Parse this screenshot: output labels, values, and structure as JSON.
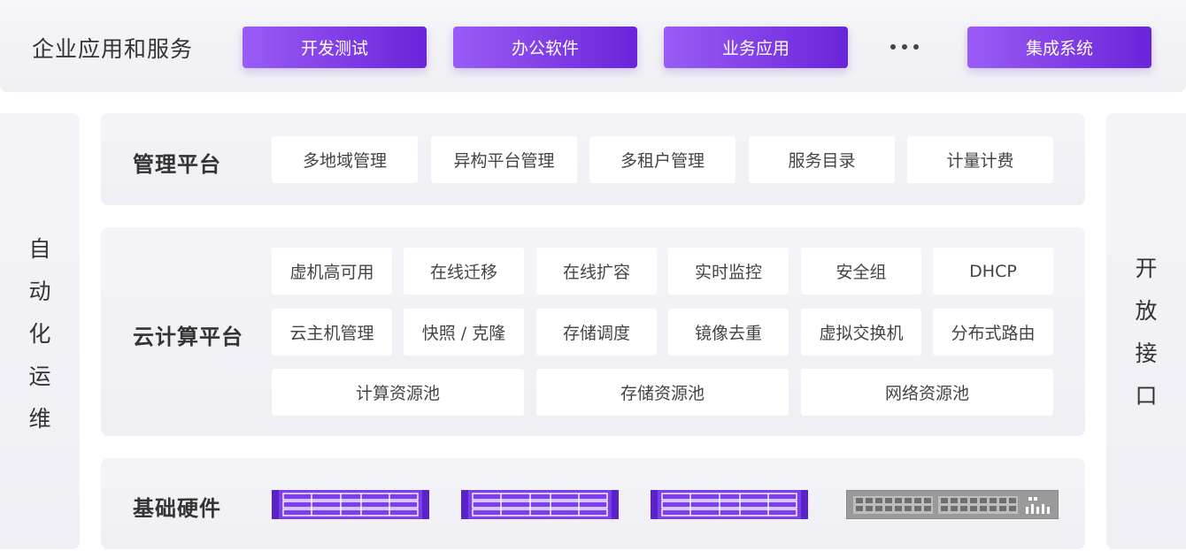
{
  "top": {
    "title": "企业应用和服务",
    "buttons": [
      "开发测试",
      "办公软件",
      "业务应用",
      "集成系统"
    ],
    "more_icon": "ellipsis-icon"
  },
  "left_side": {
    "label": [
      "自",
      "动",
      "化",
      "运",
      "维"
    ]
  },
  "right_side": {
    "label": [
      "开",
      "放",
      "接",
      "口"
    ]
  },
  "management": {
    "title": "管理平台",
    "items": [
      "多地域管理",
      "异构平台管理",
      "多租户管理",
      "服务目录",
      "计量计费"
    ]
  },
  "cloud": {
    "title": "云计算平台",
    "row1": [
      "虚机高可用",
      "在线迁移",
      "在线扩容",
      "实时监控",
      "安全组",
      "DHCP"
    ],
    "row2": [
      "云主机管理",
      "快照 / 克隆",
      "存储调度",
      "镜像去重",
      "虚拟交换机",
      "分布式路由"
    ],
    "row3": [
      "计算资源池",
      "存储资源池",
      "网络资源池"
    ]
  },
  "hardware": {
    "title": "基础硬件",
    "devices": [
      "server-rack-icon",
      "server-rack-icon",
      "server-rack-icon",
      "network-switch-icon"
    ]
  },
  "colors": {
    "accent_start": "#9a5cf6",
    "accent_end": "#6a24d9",
    "server_purple": "#7b3ff0",
    "switch_gray": "#9a9a9a"
  }
}
